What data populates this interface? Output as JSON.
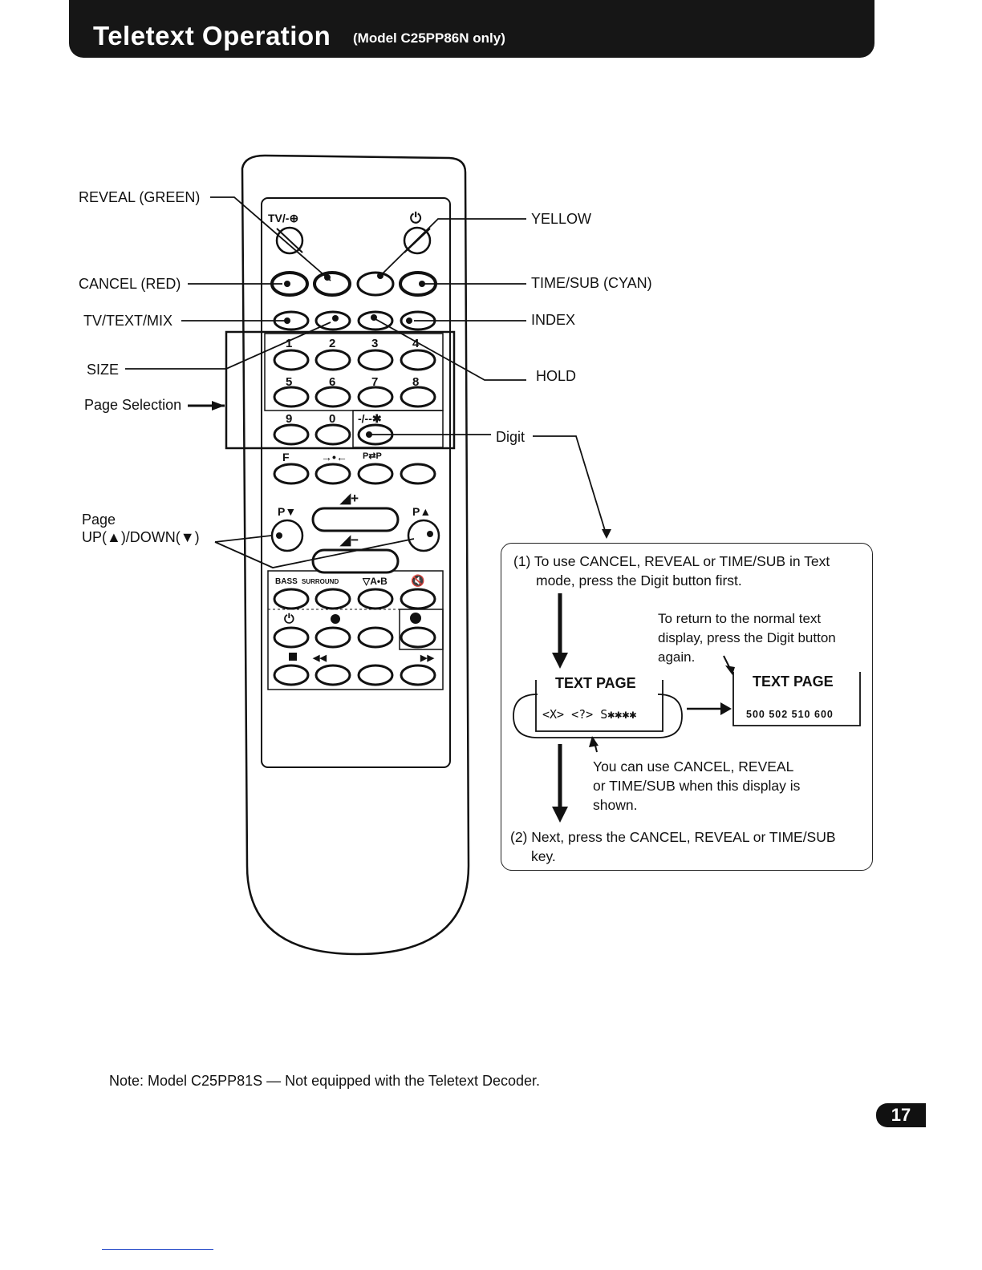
{
  "header": {
    "title": "Teletext Operation",
    "subtitle": "(Model C25PP86N only)"
  },
  "callouts": {
    "reveal": "REVEAL (GREEN)",
    "cancel": "CANCEL (RED)",
    "tvtextmix": "TV/TEXT/MIX",
    "size": "SIZE",
    "page_selection": "Page Selection",
    "page": "Page",
    "updown": "UP(▲)/DOWN(▼)",
    "yellow": "YELLOW",
    "timesub": "TIME/SUB (CYAN)",
    "index": "INDEX",
    "hold": "HOLD",
    "digit": "Digit"
  },
  "remote": {
    "tv_av": "TV/-⊕",
    "power": "⏻",
    "num": [
      "1",
      "2",
      "3",
      "4",
      "5",
      "6",
      "7",
      "8",
      "9",
      "0"
    ],
    "digit_key": "-/--✱",
    "f_key": "F",
    "swap": "→•←",
    "pp": "P⇄P",
    "pdown": "P▼",
    "pup": "P▲",
    "vol_up": "◢+",
    "vol_down": "◢−",
    "bass": "BASS",
    "surround": "SURROUND",
    "ab": "▽A•B",
    "mute": "🔇",
    "timer": "⏻",
    "stop": "■",
    "rew": "◀◀",
    "ff": "▶▶"
  },
  "info": {
    "step1_a": "(1) To use CANCEL, REVEAL or TIME/SUB in Text",
    "step1_b": "mode, press the Digit button first.",
    "return_1": "To return to the normal text",
    "return_2": "display, press the Digit button",
    "return_3": "again.",
    "text_page_left": "TEXT PAGE",
    "text_page_right": "TEXT PAGE",
    "display_codes": "<X> <?> S✱✱✱✱",
    "page_numbers": "500  502  510  600",
    "can_use_1": "You can use CANCEL, REVEAL",
    "can_use_2": "or TIME/SUB when this display is",
    "can_use_3": "shown.",
    "step2_a": "(2) Next,  press  the CANCEL, REVEAL or TIME/SUB",
    "step2_b": "key."
  },
  "note": "Note: Model C25PP81S — Not equipped with the Teletext Decoder.",
  "page_number": "17"
}
